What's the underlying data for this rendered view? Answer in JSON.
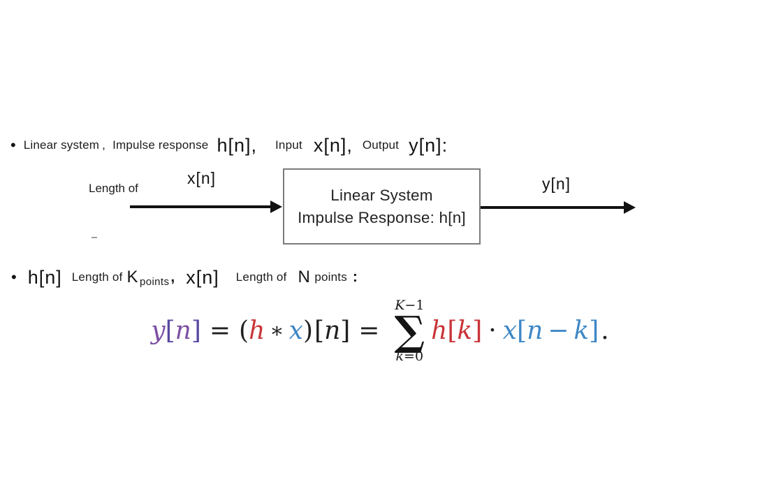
{
  "colors": {
    "accent_purple": "#7C4EA4",
    "accent_red": "#C93438",
    "accent_blue": "#3E87C6",
    "ink": "#1D1D1D",
    "box_border": "#7B7B7B",
    "background": "#FFFFFF"
  },
  "icons": {
    "bullet": "filled-dot",
    "input_arrow": "right-arrow",
    "output_arrow": "right-arrow"
  },
  "bullet1": {
    "bullet": "•",
    "text_linear_system": "Linear system",
    "comma": ",",
    "text_impulse_response": "Impulse response",
    "h_token": "h[n],",
    "input_label": "Input",
    "x_token": "x[n],",
    "output_label": "Output",
    "y_token": "y[n]:"
  },
  "diagram": {
    "length_of_label": "Length of",
    "input_signal": "x[n]",
    "box_line1": "Linear System",
    "box_line2": "Impulse Response: h[n]",
    "output_signal": "y[n]"
  },
  "bullet2": {
    "bullet": "•",
    "h_token": "h[n]",
    "length_of_1": "Length of",
    "k_symbol": "K",
    "points_1": "points",
    "comma": ",",
    "x_token": "x[n]",
    "length_of_2": "Length of",
    "n_symbol": "N",
    "points_2": "points",
    "colon": ":"
  },
  "equation": {
    "y": "y",
    "lbr1": "[",
    "n1": "n",
    "rbr1": "]",
    "eq1": "=",
    "lparen": "(",
    "h1": "h",
    "star": "∗",
    "x1": "x",
    "rparen": ")",
    "lbr2": "[",
    "n2": "n",
    "rbr2": "]",
    "eq2": "=",
    "upper_K": "K",
    "upper_rest": "−1",
    "sigma": "∑",
    "lower_k": "k",
    "lower_rest": "=0",
    "h2": "h",
    "lbr3": "[",
    "k1": "k",
    "rbr3": "]",
    "cdot": "·",
    "x2": "x",
    "lbr4": "[",
    "n3": "n",
    "minus": "−",
    "k2": "k",
    "rbr4": "]",
    "period": "."
  }
}
